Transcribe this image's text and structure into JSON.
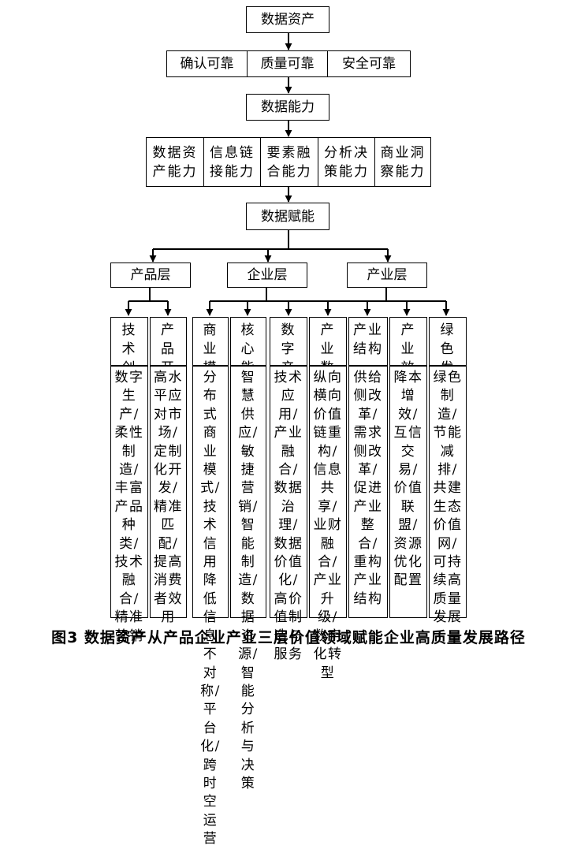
{
  "level1": {
    "title": "数据资产"
  },
  "level1_attrs": [
    "确认可靠",
    "质量可靠",
    "安全可靠"
  ],
  "level2": {
    "title": "数据能力"
  },
  "level2_attrs": [
    "数据资产能力",
    "信息链接能力",
    "要素融合能力",
    "分析决策能力",
    "商业洞察能力"
  ],
  "level3": {
    "title": "数据赋能"
  },
  "layers": [
    "产品层",
    "企业层",
    "产业层"
  ],
  "columns": [
    {
      "title": "技术创新",
      "detail": "数字生产/柔性制造/丰富产品种类/技术融合/精准营销"
    },
    {
      "title": "产品开发",
      "detail": "高水平应对市场/定制化开发/精准匹配/提高消费者效用"
    },
    {
      "title": "商业模式",
      "detail": "分布式商业模式/技术信用降低信息不对称/平台化/跨时空运营"
    },
    {
      "title": "核心能力",
      "detail": "智慧供应/敏捷营销/智能制造/数据资源/智能分析与决策"
    },
    {
      "title": "数字产业化",
      "detail": "技术应用/产业融合/数据治理/数据价值化/高价值制造与服务"
    },
    {
      "title": "产业数字化",
      "detail": "纵向横向价值链重构/信息共享/业财融合/产业升级/数字化转型"
    },
    {
      "title": "产业结构",
      "detail": "供给侧改革/需求侧改革/促进产业整合/重构产业结构"
    },
    {
      "title": "产业效率",
      "detail": "降本增效/互信交易/价值联盟/资源优化配置"
    },
    {
      "title": "绿色发展",
      "detail": "绿色制造/节能减排/共建生态价值网/可持续高质量发展"
    }
  ],
  "caption": "图3  数据资产从产品企业产业三层价值领域赋能企业高质量发展路径"
}
